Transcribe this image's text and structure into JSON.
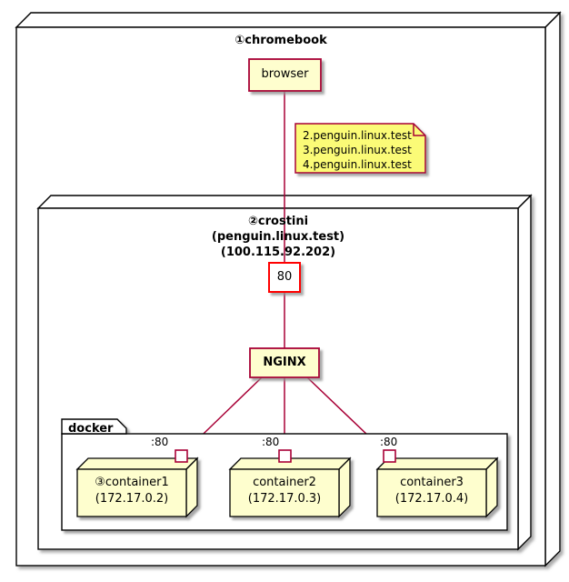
{
  "diagram": {
    "type": "deployment-diagram",
    "colors": {
      "node_fill": "#FFFFFF",
      "node_stroke": "#000000",
      "component_fill": "#FEFECE",
      "component_stroke": "#A80036",
      "container_fill": "#FEFECE",
      "container_stroke": "#000000",
      "note_fill": "#FBFB77",
      "note_stroke": "#A80036",
      "link_stroke": "#A80036",
      "port_stroke": "#FF0000",
      "shadow": "#808080"
    },
    "nodes": {
      "chromebook": {
        "label": "①chromebook"
      },
      "crostini": {
        "line1": "②crostini",
        "line2": "(penguin.linux.test)",
        "line3": "(100.115.92.202)"
      }
    },
    "packages": {
      "docker": {
        "label": "docker"
      }
    },
    "components": {
      "browser": {
        "label": "browser"
      },
      "nginx": {
        "label": "NGINX"
      },
      "port80": {
        "label": "80"
      }
    },
    "containers": [
      {
        "name": "③container1",
        "ip": "(172.17.0.2)",
        "port_label": ":80"
      },
      {
        "name": "container2",
        "ip": "(172.17.0.3)",
        "port_label": ":80"
      },
      {
        "name": "container3",
        "ip": "(172.17.0.4)",
        "port_label": ":80"
      }
    ],
    "note": {
      "lines": [
        "2.penguin.linux.test",
        "3.penguin.linux.test",
        "4.penguin.linux.test"
      ]
    }
  }
}
